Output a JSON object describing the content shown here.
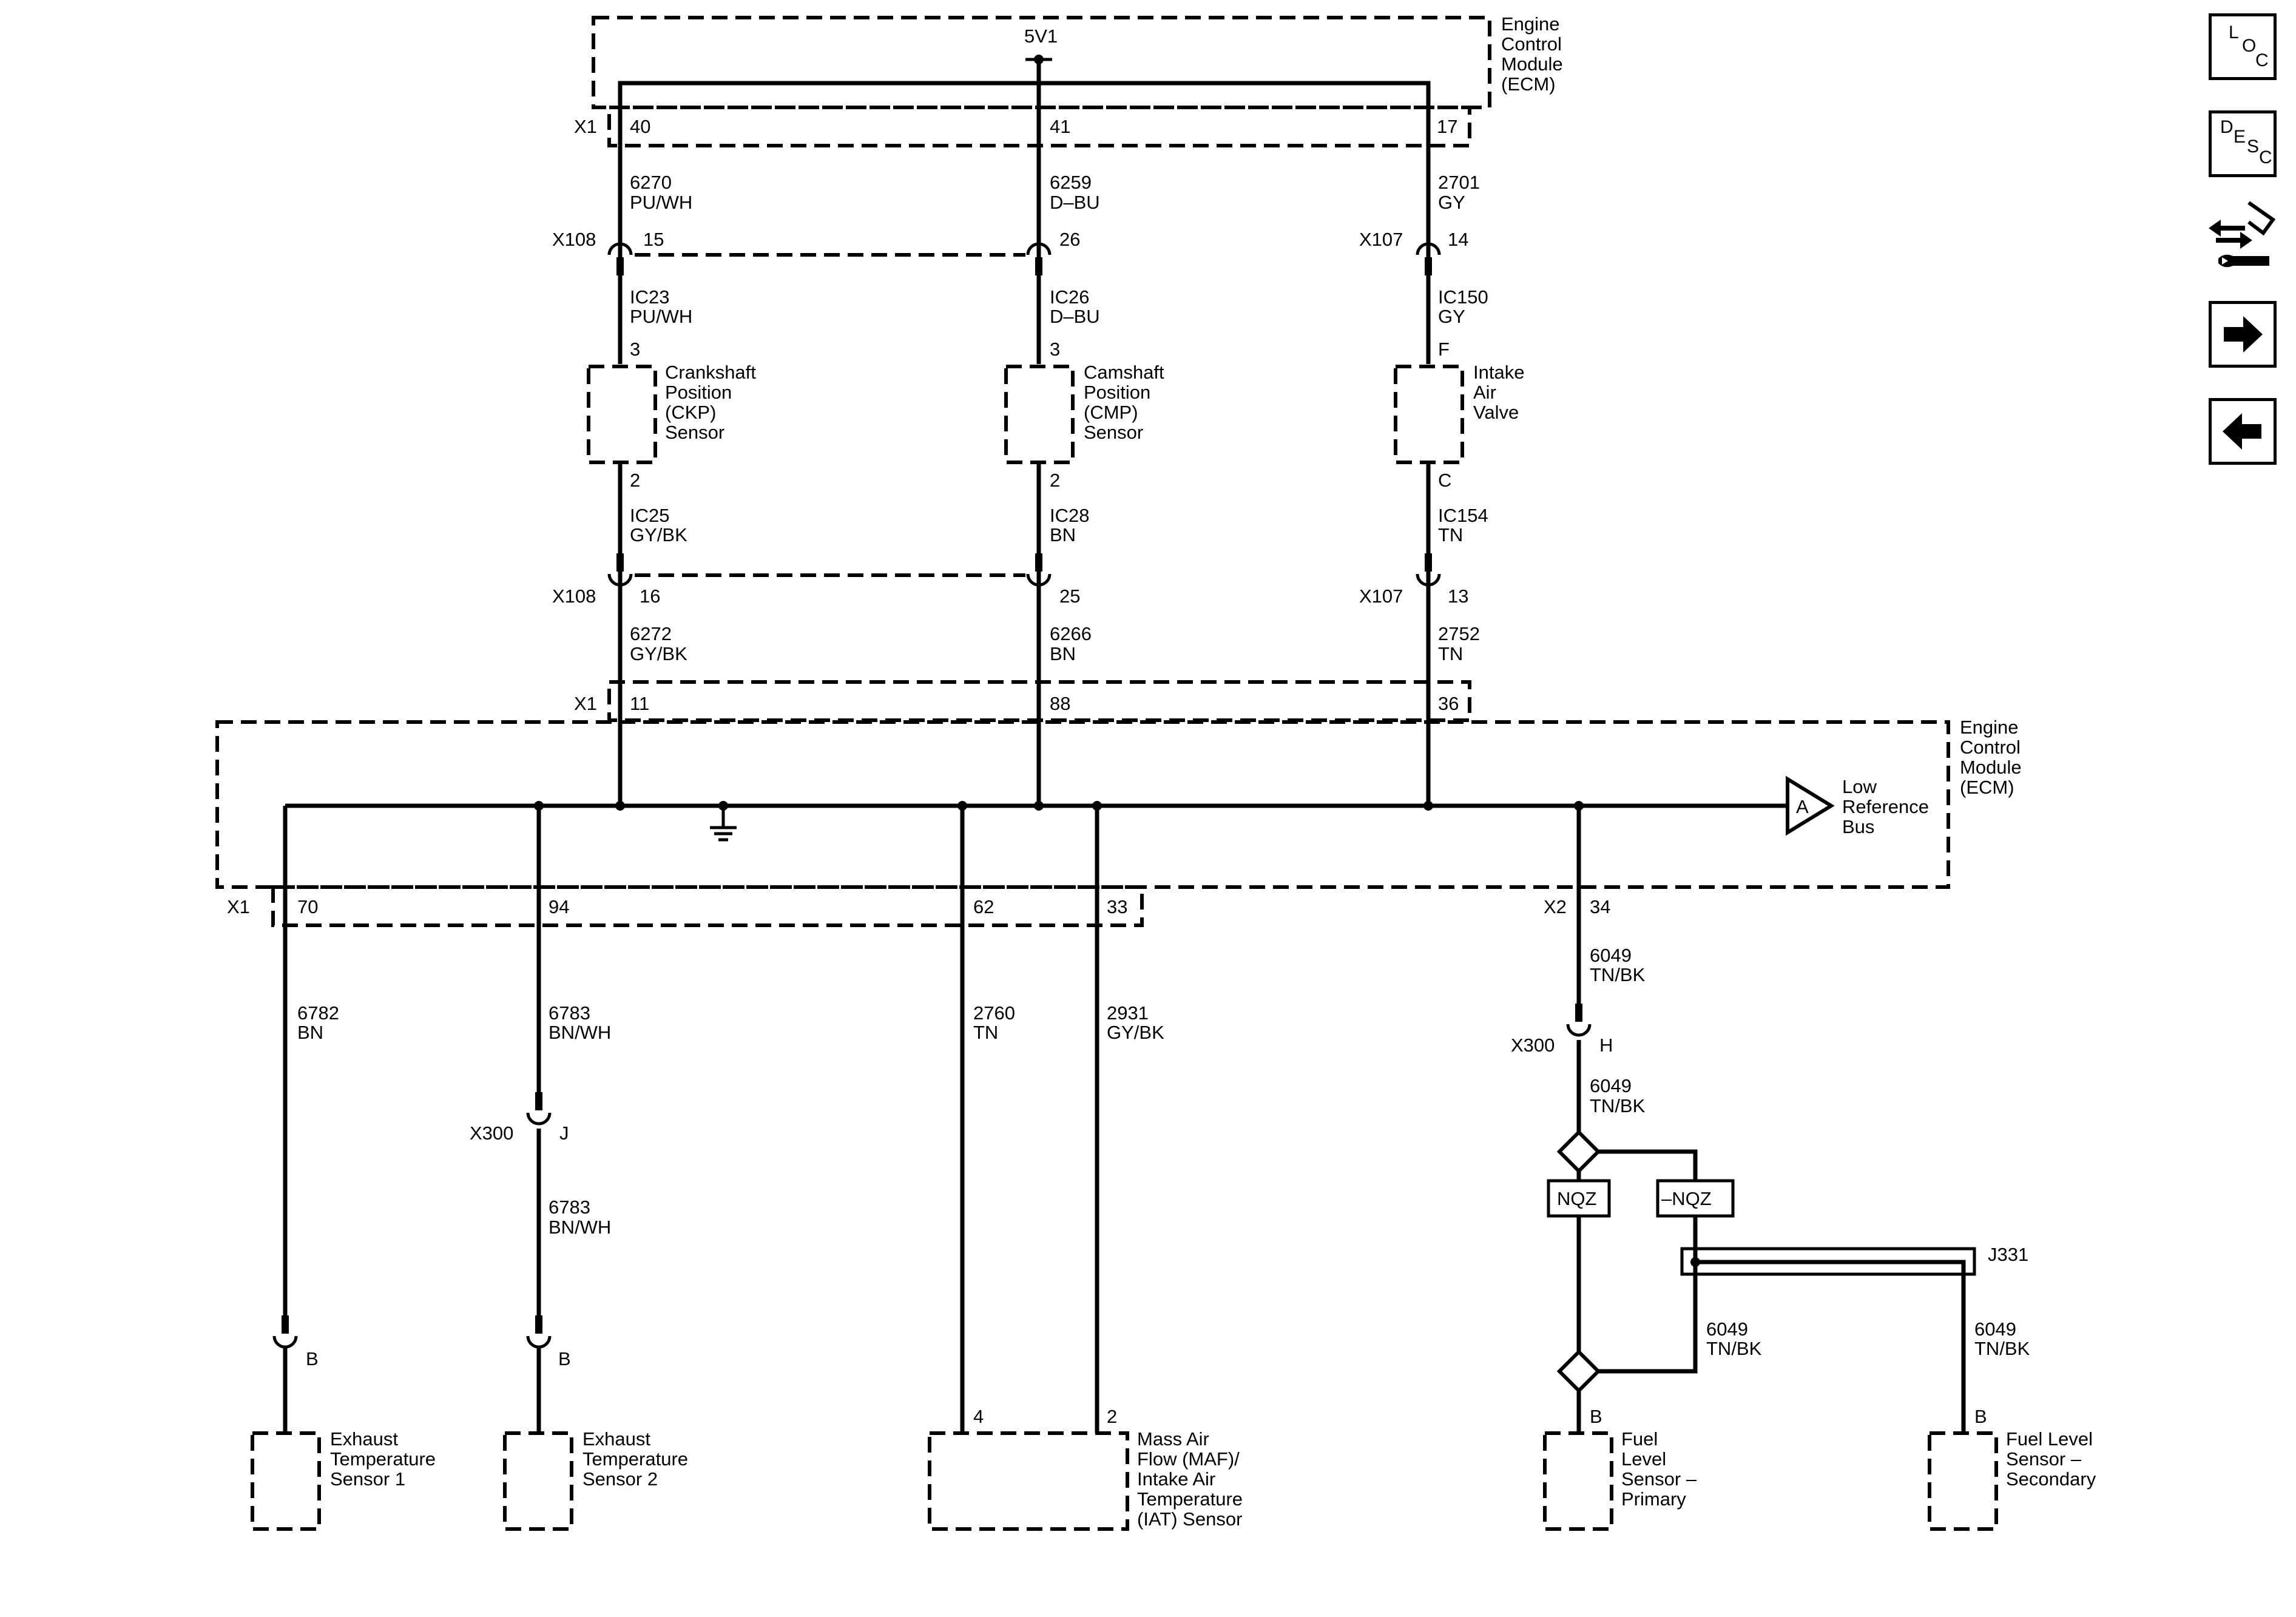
{
  "ecm_top": {
    "title_lines": [
      "Engine",
      "Control",
      "Module",
      "(ECM)"
    ],
    "supply": "5V1",
    "connector": "X1",
    "pins": [
      "40",
      "41",
      "17"
    ]
  },
  "circuits_top": [
    {
      "num": "6270",
      "color": "PU/WH"
    },
    {
      "num": "6259",
      "color": "D–BU"
    },
    {
      "num": "2701",
      "color": "GY"
    }
  ],
  "inline_top": {
    "x108": "X108",
    "x108_pin_a": "15",
    "x108_pin_b": "26",
    "x107": "X107",
    "x107_pin": "14"
  },
  "ic_top": [
    {
      "num": "IC23",
      "color": "PU/WH"
    },
    {
      "num": "IC26",
      "color": "D–BU"
    },
    {
      "num": "IC150",
      "color": "GY"
    }
  ],
  "sensors_top": [
    {
      "pin_a": "3",
      "pin_b": "2",
      "name_lines": [
        "Crankshaft",
        "Position",
        "(CKP)",
        "Sensor"
      ]
    },
    {
      "pin_a": "3",
      "pin_b": "2",
      "name_lines": [
        "Camshaft",
        "Position",
        "(CMP)",
        "Sensor"
      ]
    },
    {
      "pin_a": "F",
      "pin_b": "C",
      "name_lines": [
        "Intake",
        "Air",
        "Valve"
      ]
    }
  ],
  "ic_bottom": [
    {
      "num": "IC25",
      "color": "GY/BK"
    },
    {
      "num": "IC28",
      "color": "BN"
    },
    {
      "num": "IC154",
      "color": "TN"
    }
  ],
  "inline_bottom": {
    "x108": "X108",
    "x108_pin_a": "16",
    "x108_pin_b": "25",
    "x107": "X107",
    "x107_pin": "13"
  },
  "circuits_mid": [
    {
      "num": "6272",
      "color": "GY/BK"
    },
    {
      "num": "6266",
      "color": "BN"
    },
    {
      "num": "2752",
      "color": "TN"
    }
  ],
  "ecm_main": {
    "title_lines": [
      "Engine",
      "Control",
      "Module",
      "(ECM)"
    ],
    "x1_top": "X1",
    "pins_top": [
      "11",
      "88",
      "36"
    ],
    "bus_flag": "A",
    "bus_label_lines": [
      "Low",
      "Reference",
      "Bus"
    ],
    "x1_bottom": "X1",
    "pins_bottom": [
      "70",
      "94",
      "62",
      "33"
    ],
    "x2": "X2",
    "x2_pin": "34"
  },
  "circuits_bottom": [
    {
      "num": "6782",
      "color": "BN"
    },
    {
      "num": "6783",
      "color": "BN/WH"
    },
    {
      "num": "2760",
      "color": "TN"
    },
    {
      "num": "2931",
      "color": "GY/BK"
    },
    {
      "num": "6049",
      "color": "TN/BK"
    }
  ],
  "x300_j": {
    "label": "X300",
    "pin": "J",
    "num": "6783",
    "color": "BN/WH"
  },
  "x300_h": {
    "label": "X300",
    "pin": "H",
    "num": "6049",
    "color": "TN/BK"
  },
  "options": {
    "nqz": "NQZ",
    "not_nqz": "–NQZ"
  },
  "splice": {
    "label": "J331",
    "left_num": "6049",
    "left_color": "TN/BK",
    "right_num": "6049",
    "right_color": "TN/BK"
  },
  "sensors_bottom": [
    {
      "pin": "B",
      "name_lines": [
        "Exhaust",
        "Temperature",
        "Sensor 1"
      ]
    },
    {
      "pin": "B",
      "name_lines": [
        "Exhaust",
        "Temperature",
        "Sensor 2"
      ]
    },
    {
      "pin_a": "4",
      "pin_b": "2",
      "name_lines": [
        "Mass Air",
        "Flow (MAF)/",
        "Intake Air",
        "Temperature",
        "(IAT) Sensor"
      ]
    },
    {
      "pin": "B",
      "name_lines": [
        "Fuel",
        "Level",
        "Sensor –",
        "Primary"
      ]
    },
    {
      "pin": "B",
      "name_lines": [
        "Fuel Level",
        "Sensor –",
        "Secondary"
      ]
    }
  ],
  "sidebar": {
    "loc": [
      "L",
      "O",
      "C"
    ],
    "desc": [
      "D",
      "E",
      "S",
      "C"
    ],
    "icons": [
      "connector-repair-icon",
      "arrow-right-icon",
      "arrow-left-icon"
    ]
  }
}
